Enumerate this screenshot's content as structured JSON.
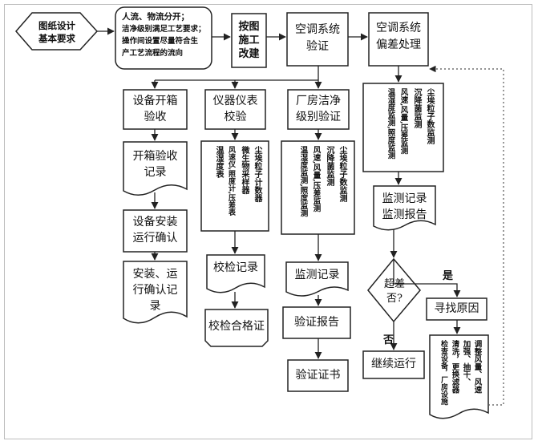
{
  "nodes": {
    "start": [
      "图纸设计",
      "基本要求"
    ],
    "separation": [
      "人流、物流分开；",
      "洁净级别满足工艺要求；",
      "操作间设置尽量符合生",
      "产工艺流程的流向"
    ],
    "rebuild": [
      "按图",
      "施工",
      "改建"
    ],
    "ac_verify": [
      "空调系统",
      "验证"
    ],
    "ac_deviation": [
      "空调系统",
      "偏差处理"
    ],
    "equip_accept": [
      "设备开箱",
      "验收"
    ],
    "instrument_cal": [
      "仪器仪表",
      "校验"
    ],
    "clean_verify": [
      "厂房洁净",
      "级别验证"
    ],
    "accept_record": [
      "开箱验收",
      "记录"
    ],
    "install_confirm": [
      "设备安装",
      "运行确认"
    ],
    "install_record": [
      "安装、运",
      "行确认记",
      "录"
    ],
    "instrument_list": [
      "尘埃粒子计数器",
      "微生物采样器",
      "风速仪,照度计,压差表",
      "温湿度表"
    ],
    "cal_record": [
      "校检记录"
    ],
    "cal_cert": [
      "校检合格证"
    ],
    "clean_monitor_list": [
      "尘埃粒子数监测",
      "沉降菌监测",
      "风速,风量,压差监测",
      "温湿度监测,照度监测"
    ],
    "monitor_record": [
      "监测记录"
    ],
    "verify_report": [
      "验证报告"
    ],
    "verify_cert": [
      "验证证书"
    ],
    "deviation_monitor_list": [
      "尘埃粒子数监测",
      "沉降菌监测",
      "风速,风量,压差监测",
      "温湿度监测,照度监测"
    ],
    "monitor_report": [
      "监测记录",
      "监测报告"
    ],
    "decision": [
      "超差",
      "否?"
    ],
    "find_cause": [
      "寻找原因"
    ],
    "continue_run": [
      "继续运行"
    ],
    "adjust": [
      "调整风量、风速",
      "加强、抽干、",
      "清洗，更换滤器",
      "检查设备，厂房设施"
    ]
  },
  "labels": {
    "yes": "是",
    "no": "否"
  }
}
